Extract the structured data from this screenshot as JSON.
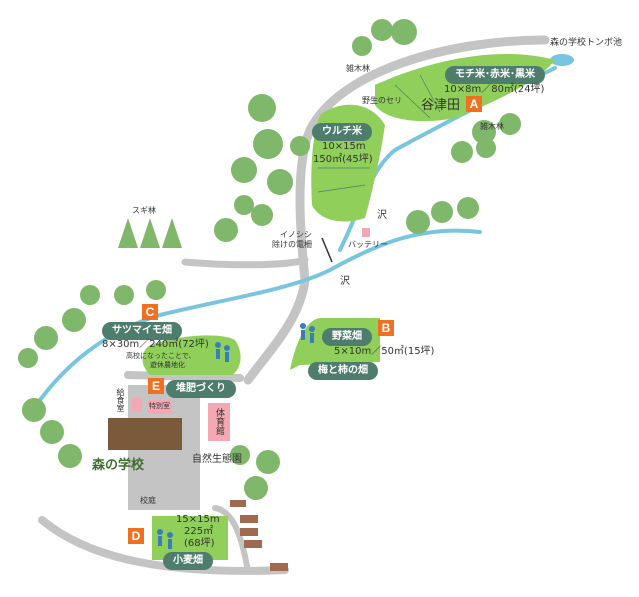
{
  "markers": {
    "a": "A",
    "b": "B",
    "c": "C",
    "d": "D",
    "e": "E"
  },
  "fields": {
    "mochi": {
      "name": "モチ米･赤米･黒米",
      "size": "10×8m／80㎡(24坪)",
      "place": "谷津田"
    },
    "uruchi": {
      "name": "ウルチ米",
      "size1": "10×15m",
      "size2": "150㎡(45坪)"
    },
    "yasai": {
      "name": "野菜畑",
      "size": "5×10m／50㎡(15坪)"
    },
    "ume": {
      "name": "梅と柿の畑"
    },
    "satsuma": {
      "name": "サツマイモ畑",
      "size": "8×30m／240㎡(72坪)",
      "note1": "高校になったことで、",
      "note2": "遊休農地化"
    },
    "taihi": {
      "name": "堆肥づくり"
    },
    "komugi": {
      "name": "小麦畑",
      "size1": "15×15m",
      "size2": "225㎡",
      "size3": "(68坪)"
    }
  },
  "labels": {
    "pond": "森の学校トンボ池",
    "zoki1": "雑木林",
    "zoki2": "雑木林",
    "seri": "野生のセリ",
    "sawa1": "沢",
    "sawa2": "沢",
    "sugi": "スギ林",
    "fence1": "イノシシ",
    "fence2": "除けの電柵",
    "battery": "バッテリー",
    "kyushoku": "給食室",
    "tokubetsu": "特別室",
    "taiikukan": "体育館",
    "shizen": "自然生態園",
    "kotei": "校庭"
  },
  "school": {
    "name": "森の学校"
  },
  "colors": {
    "field": "#8fcf5a",
    "stream": "#79c5e0",
    "road": "#c4c4c4",
    "tree": "#7fb86a",
    "marker": "#f07021",
    "pill": "#4e7d6e",
    "building": "#7a5a3a",
    "gym": "#f3a8b4"
  }
}
